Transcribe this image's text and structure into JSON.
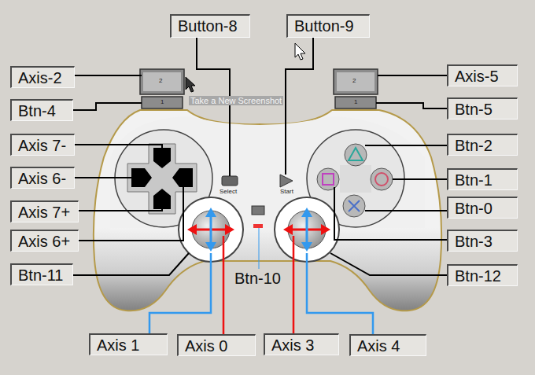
{
  "diagram": {
    "nodes": [
      {
        "text": [
          "Button-8"
        ]
      },
      {
        "text": [
          "Button-9"
        ]
      },
      {
        "text": [
          "Axis-2"
        ]
      },
      {
        "text": [
          "Axis-5"
        ]
      },
      {
        "text": [
          "Btn-4"
        ]
      },
      {
        "text": [
          "Btn-5"
        ]
      },
      {
        "text": [
          "Axis 7-"
        ]
      },
      {
        "text": [
          "Btn-2"
        ]
      },
      {
        "text": [
          "Axis 6-"
        ]
      },
      {
        "text": [
          "Btn-1"
        ]
      },
      {
        "text": [
          "Axis 7+"
        ]
      },
      {
        "text": [
          "Btn-0"
        ]
      },
      {
        "text": [
          "Axis 6+"
        ]
      },
      {
        "text": [
          "Btn-3"
        ]
      },
      {
        "text": [
          "Btn-11"
        ]
      },
      {
        "text": [
          "Btn-12"
        ]
      },
      {
        "text": [
          "Axis 1"
        ]
      },
      {
        "text": [
          "Axis 0"
        ]
      },
      {
        "text": [
          "Axis 3"
        ]
      },
      {
        "text": [
          "Axis 4"
        ]
      }
    ],
    "labels": [
      "2",
      "1",
      "Select",
      "Start",
      "2",
      "1",
      "Btn-10",
      "Take a New Screenshot"
    ]
  }
}
